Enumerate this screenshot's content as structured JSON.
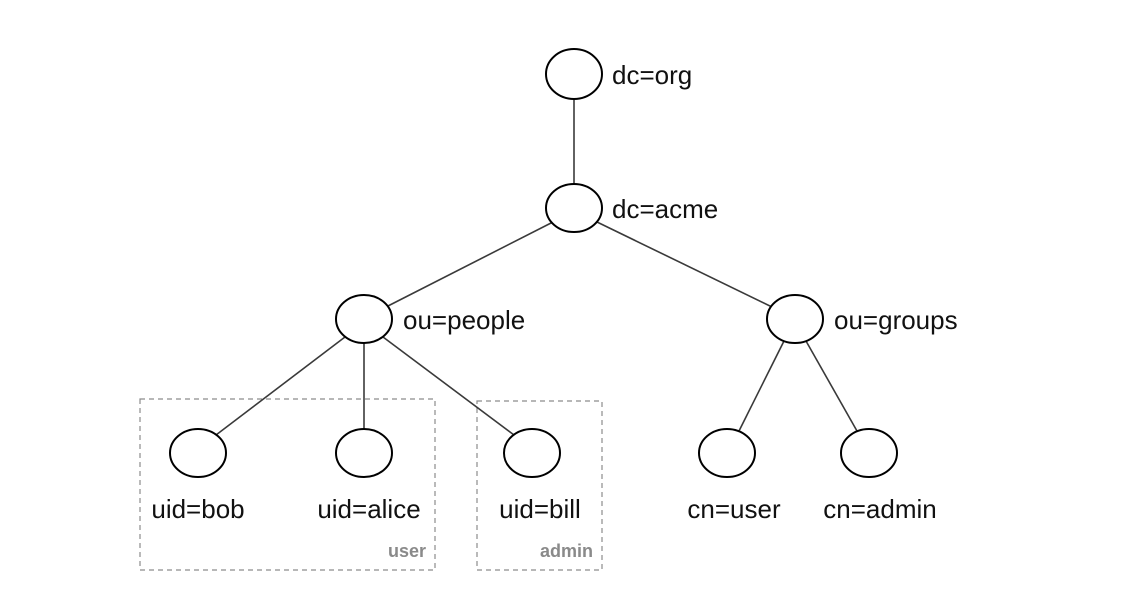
{
  "diagram": {
    "nodes": {
      "dc_org": {
        "label": "dc=org"
      },
      "dc_acme": {
        "label": "dc=acme"
      },
      "ou_people": {
        "label": "ou=people"
      },
      "ou_groups": {
        "label": "ou=groups"
      },
      "uid_bob": {
        "label": "uid=bob"
      },
      "uid_alice": {
        "label": "uid=alice"
      },
      "uid_bill": {
        "label": "uid=bill"
      },
      "cn_user": {
        "label": "cn=user"
      },
      "cn_admin": {
        "label": "cn=admin"
      }
    },
    "edges": [
      [
        "dc_org",
        "dc_acme"
      ],
      [
        "dc_acme",
        "ou_people"
      ],
      [
        "dc_acme",
        "ou_groups"
      ],
      [
        "ou_people",
        "uid_bob"
      ],
      [
        "ou_people",
        "uid_alice"
      ],
      [
        "ou_people",
        "uid_bill"
      ],
      [
        "ou_groups",
        "cn_user"
      ],
      [
        "ou_groups",
        "cn_admin"
      ]
    ],
    "groups": {
      "user": {
        "label": "user",
        "members": [
          "uid_bob",
          "uid_alice"
        ]
      },
      "admin": {
        "label": "admin",
        "members": [
          "uid_bill"
        ]
      }
    }
  }
}
